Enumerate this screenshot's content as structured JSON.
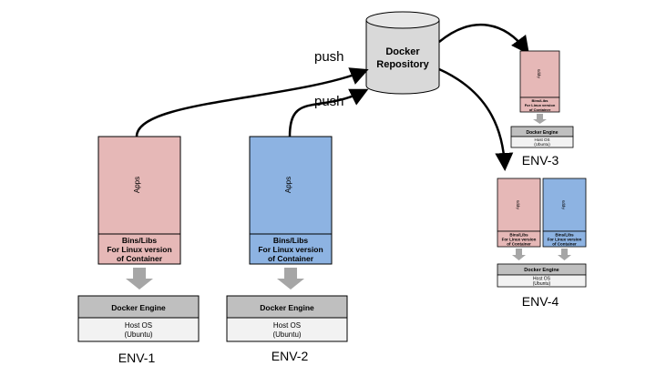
{
  "repository": {
    "line1": "Docker",
    "line2": "Repository"
  },
  "arrows": {
    "push_1": "push",
    "push_2": "push"
  },
  "env1": {
    "apps": "Apps",
    "bins_line1": "Bins/Libs",
    "bins_line2": "For Linux version",
    "bins_line3": "of Container",
    "engine": "Docker Engine",
    "os_line1": "Host OS",
    "os_line2": "(Ubuntu)",
    "label": "ENV-1"
  },
  "env2": {
    "apps": "Apps",
    "bins_line1": "Bins/Libs",
    "bins_line2": "For Linux version",
    "bins_line3": "of Container",
    "engine": "Docker Engine",
    "os_line1": "Host OS",
    "os_line2": "(Ubuntu)",
    "label": "ENV-2"
  },
  "env3": {
    "apps": "Apps",
    "bins_line1": "Bins/Libs",
    "bins_line2": "For Linux version",
    "bins_line3": "of Container",
    "engine": "Docker Engine",
    "os_line1": "Host OS",
    "os_line2": "(Ubuntu)",
    "label": "ENV-3"
  },
  "env4": {
    "left_apps": "Apps",
    "left_bins_line1": "Bins/Libs",
    "left_bins_line2": "For Linux version",
    "left_bins_line3": "of Container",
    "right_apps": "Apps",
    "right_bins_line1": "Bins/Libs",
    "right_bins_line2": "For Linux version",
    "right_bins_line3": "of Container",
    "engine": "Docker Engine",
    "os_line1": "Host OS",
    "os_line2": "(Ubuntu)",
    "label": "ENV-4"
  },
  "colors": {
    "pink_container": "#e6b8b7",
    "blue_container": "#8db3e2",
    "engine_gray": "#bfbfbf",
    "os_gray": "#f2f2f2",
    "arrow_gray": "#a6a6a6",
    "repository_fill": "#d9d9d9"
  }
}
